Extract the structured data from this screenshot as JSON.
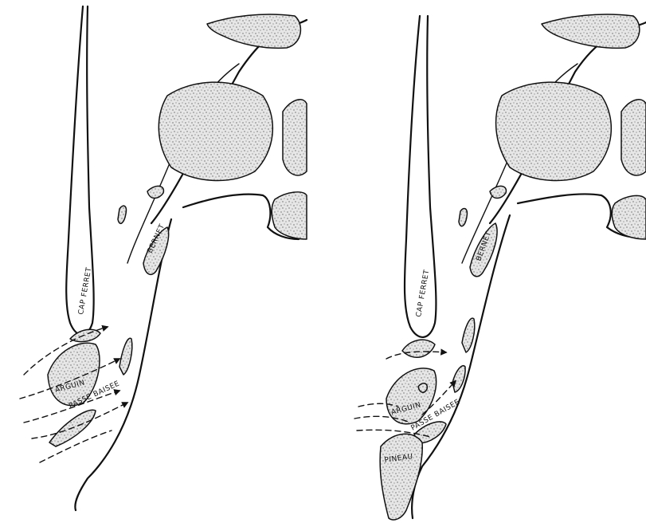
{
  "panels": [
    {
      "labels": {
        "cap_ferret": "CAP FERRET",
        "bernet": "BERNET",
        "arguin": "ARGUIN",
        "passe_baisee": "PASSE BAISEE"
      }
    },
    {
      "labels": {
        "cap_ferret": "CAP FERRET",
        "bernet": "BERNET",
        "arguin": "ARGUIN",
        "passe_baisee": "PASSE BAISEE",
        "pineau": "PINEAU"
      }
    }
  ]
}
